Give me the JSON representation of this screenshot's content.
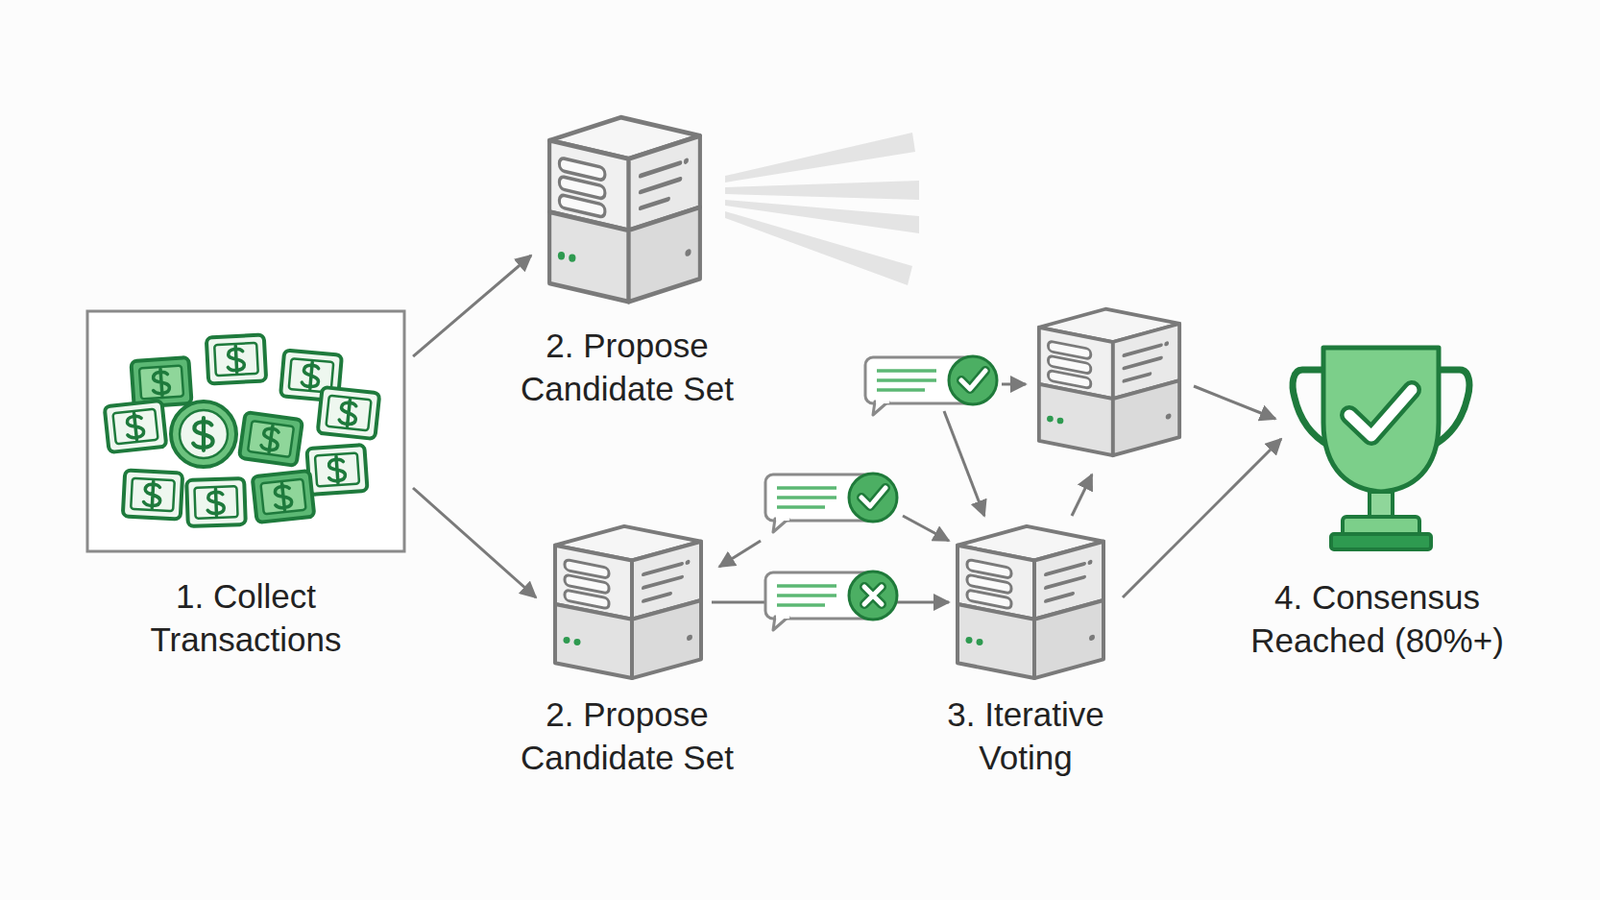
{
  "diagram": {
    "nodes": [
      {
        "text": [
          "1. Collect Transactions"
        ]
      },
      {
        "text": [
          "2. Propose Candidate Set"
        ]
      },
      {
        "text": [
          "2. Propose Candidate Set"
        ]
      },
      {
        "text": [
          "3. Iterative Voting"
        ]
      },
      {
        "text": [
          "4. Consensus Reached (80%+)"
        ]
      }
    ],
    "edges": [
      {
        "from": 0,
        "to": 1,
        "arrow": "to"
      },
      {
        "from": 0,
        "to": 2,
        "arrow": "to"
      },
      {
        "from": 2,
        "to": 3,
        "arrow": "to"
      },
      {
        "from": 3,
        "to": 4,
        "arrow": "to"
      }
    ]
  }
}
